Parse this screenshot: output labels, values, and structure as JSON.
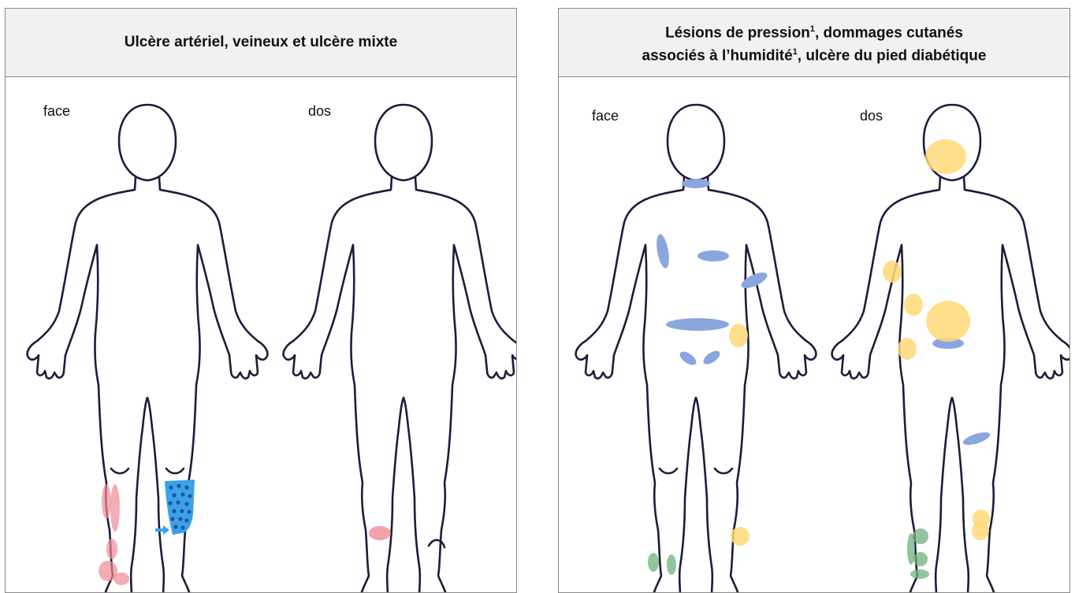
{
  "panels": [
    {
      "title": "Ulcère artériel, veineux et ulcère mixte",
      "views": [
        "face",
        "dos"
      ]
    },
    {
      "title_line1": "Lésions de pression",
      "title_line1_sup": "1",
      "title_line1_rest": ", dommages cutanés",
      "title_line2": "associés à l’humidité",
      "title_line2_sup": "1",
      "title_line2_rest": ", ulcère du pied diabétique",
      "views": [
        "face",
        "dos"
      ]
    }
  ],
  "colors": {
    "arterial": "#f08a96",
    "venous": "#39a3e6",
    "venous_dots": "#2a4fa8",
    "pressure": "#8aa6de",
    "moisture": "#ffd978",
    "diabetic": "#6fb07d",
    "outline": "#1c1c3c",
    "header_bg": "#f1f1f1"
  }
}
